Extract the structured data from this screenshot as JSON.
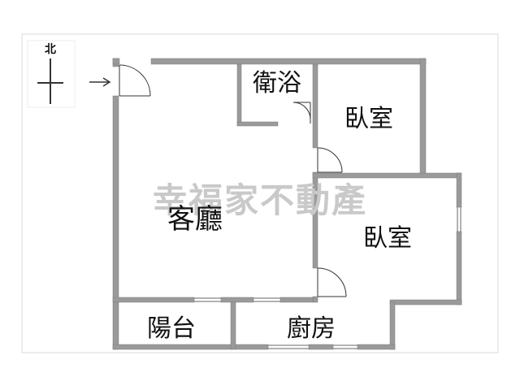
{
  "compass": {
    "north_label": "北"
  },
  "watermark": {
    "text": "幸福家不動產"
  },
  "rooms": {
    "bathroom": "衛浴",
    "bedroom_top": "臥室",
    "bedroom_right": "臥室",
    "living_room": "客廳",
    "balcony": "陽台",
    "kitchen": "廚房"
  },
  "colors": {
    "wall": "#9a9a9a",
    "wall_edge": "#7a7a7a",
    "line": "#333333",
    "watermark": "#c9c9c9",
    "frame": "#d8d8d8"
  },
  "icons": {
    "compass": "north-arrow-icon",
    "entry": "entry-arrow-icon"
  }
}
